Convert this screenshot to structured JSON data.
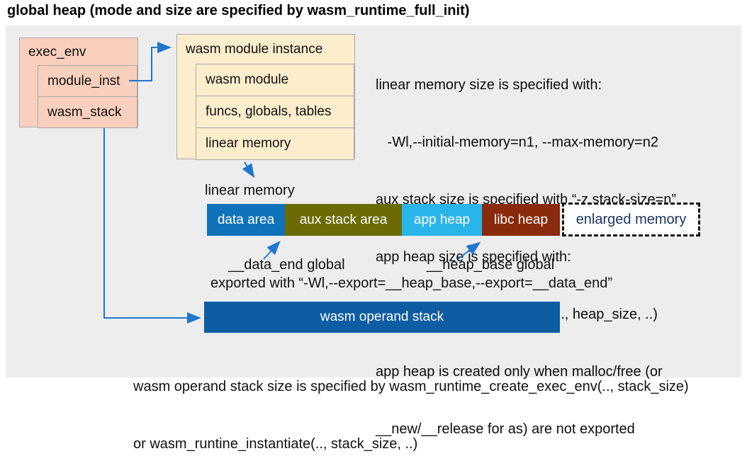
{
  "title": "global heap (mode and size are specified by wasm_runtime_full_init)",
  "exec_env_box": {
    "header": "exec_env",
    "rows": [
      "module_inst",
      "wasm_stack"
    ]
  },
  "module_instance_box": {
    "header": "wasm module instance",
    "rows": [
      "wasm module",
      "funcs, globals, tables",
      "linear memory"
    ]
  },
  "memory_notes": {
    "lines": [
      "linear memory size is specified with:",
      "   -Wl,--initial-memory=n1, --max-memory=n2",
      "aux stack size is specified with “-z stack-size=n”",
      "app heap size is specified with:",
      "   wasm_runtime_instantiate(.., heap_size, ..)",
      "app heap is created only when malloc/free (or",
      "__new/__release for as) are not exported"
    ]
  },
  "linear_memory": {
    "label": "linear memory",
    "segments": [
      {
        "label": "data area",
        "color": "#0f73bb",
        "width": 110
      },
      {
        "label": "aux stack area",
        "color": "#6a6b04",
        "width": 165
      },
      {
        "label": "app heap",
        "color": "#29b5ea",
        "width": 113
      },
      {
        "label": "libc heap",
        "color": "#8a2a0d",
        "width": 110
      },
      {
        "label": "enlarged memory",
        "color": "#ffffff",
        "text_color": "#1c355e",
        "width": 195,
        "dashed": true
      }
    ]
  },
  "globals_notes": {
    "data_end": "__data_end global",
    "heap_base": "__heap_base global",
    "export_line": "exported with “-Wl,--export=__heap_base,--export=__data_end”"
  },
  "operand_stack": {
    "label": "wasm operand stack",
    "color": "#0e5ca2"
  },
  "stack_notes": {
    "lines": [
      "wasm operand stack size is specified by wasm_runtime_create_exec_env(.., stack_size)",
      "or wasm_runtine_instantiate(.., stack_size, ..)"
    ]
  },
  "colors": {
    "panel_bg": "#ededee",
    "exec_env_fill": "#f9cfbe",
    "module_instance_fill": "#fcedcd",
    "box_border": "#a9a9a9",
    "arrow": "#2077cd",
    "enlarged_text": "#1c355e"
  }
}
